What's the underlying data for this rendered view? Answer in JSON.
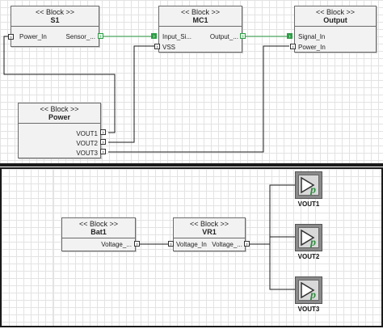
{
  "top_diagram": {
    "blocks": [
      {
        "id": "s1",
        "stereotype": "<< Block >>",
        "name": "S1",
        "ports_left": [
          "Power_In"
        ],
        "ports_right": [
          "Sensor_..."
        ]
      },
      {
        "id": "mc1",
        "stereotype": "<< Block >>",
        "name": "MC1",
        "ports_left": [
          "Input_Si...",
          "VSS"
        ],
        "ports_right": [
          "Output_..."
        ]
      },
      {
        "id": "output",
        "stereotype": "<< Block >>",
        "name": "Output",
        "ports_left": [
          "Signal_In",
          "Power_In"
        ],
        "ports_right": []
      },
      {
        "id": "power",
        "stereotype": "<< Block >>",
        "name": "Power",
        "ports_left": [],
        "ports_right": [
          "VOUT1",
          "VOUT2",
          "VOUT3"
        ]
      }
    ],
    "signal_wire_color": "#2e9e46",
    "power_wire_color": "#1a1a1a"
  },
  "bottom_diagram": {
    "blocks": [
      {
        "id": "bat1",
        "stereotype": "<< Block >>",
        "name": "Bat1",
        "ports_left": [],
        "ports_right": [
          "Voltage_..."
        ]
      },
      {
        "id": "vr1",
        "stereotype": "<< Block >>",
        "name": "VR1",
        "ports_left": [
          "Voltage_In"
        ],
        "ports_right": [
          "Voltage_..."
        ]
      }
    ],
    "probes": [
      {
        "label": "VOUT1",
        "icon": "probe-p-icon"
      },
      {
        "label": "VOUT2",
        "icon": "probe-p-icon"
      },
      {
        "label": "VOUT3",
        "icon": "probe-p-icon"
      }
    ],
    "probe_letter": "p",
    "probe_letter_color": "#2e8b3e"
  }
}
